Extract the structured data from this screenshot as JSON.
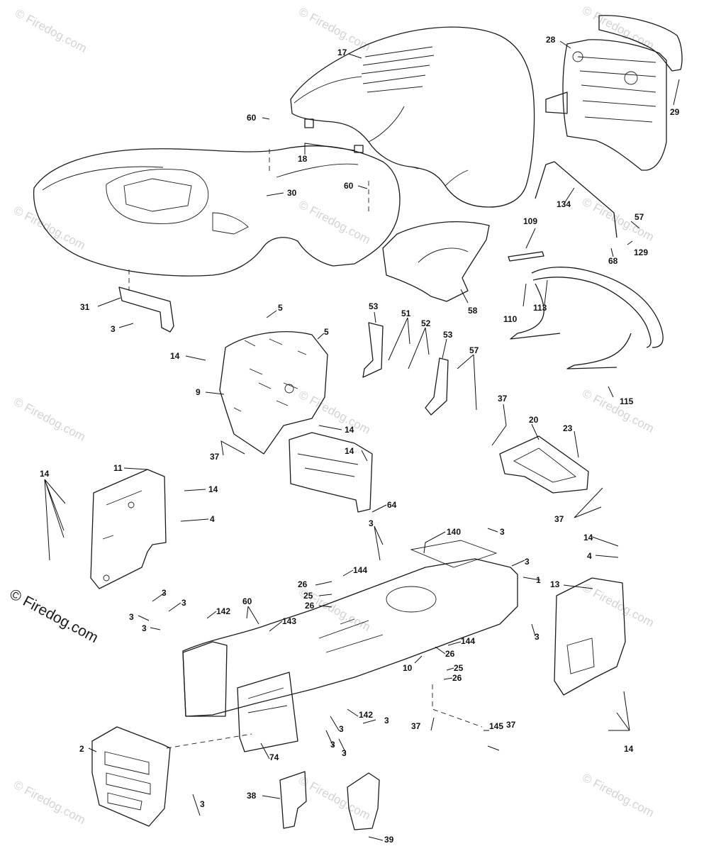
{
  "watermark": {
    "text": "© Firedog.com",
    "main_text": "© Firedog.com"
  },
  "callouts": {
    "c17": "17",
    "c28": "28",
    "c29": "29",
    "c60a": "60",
    "c60b": "60",
    "c60c": "60",
    "c18": "18",
    "c30": "30",
    "c134": "134",
    "c57a": "57",
    "c57b": "57",
    "c109": "109",
    "c68": "68",
    "c129": "129",
    "c110": "110",
    "c113": "113",
    "c58": "58",
    "c31": "31",
    "c3a": "3",
    "c5a": "5",
    "c5b": "5",
    "c53a": "53",
    "c53b": "53",
    "c51": "51",
    "c52": "52",
    "c14a": "14",
    "c9": "9",
    "c14b": "14",
    "c37a": "37",
    "c14c": "14",
    "c115": "115",
    "c37b": "37",
    "c20": "20",
    "c23": "23",
    "c37c": "37",
    "c11": "11",
    "c14d": "14",
    "c14e": "14",
    "c4a": "4",
    "c64": "64",
    "c3b": "3",
    "c140": "140",
    "c3c": "3",
    "c3d": "3",
    "c14f": "14",
    "c4b": "4",
    "c1": "1",
    "c13": "13",
    "c144a": "144",
    "c26a": "26",
    "c25a": "25",
    "c26b": "26",
    "c3e": "3",
    "c3f": "3",
    "c3g": "3",
    "c3h": "3",
    "c142a": "142",
    "c143": "143",
    "c144b": "144",
    "c26c": "26",
    "c10": "10",
    "c25b": "25",
    "c26d": "26",
    "c3i": "3",
    "c142b": "142",
    "c3j": "3",
    "c3k": "3",
    "c3l": "3",
    "c3m": "3",
    "c37d": "37",
    "c145": "145",
    "c37e": "37",
    "c14g": "14",
    "c2": "2",
    "c74": "74",
    "c3n": "3",
    "c38": "38",
    "c39": "39"
  }
}
